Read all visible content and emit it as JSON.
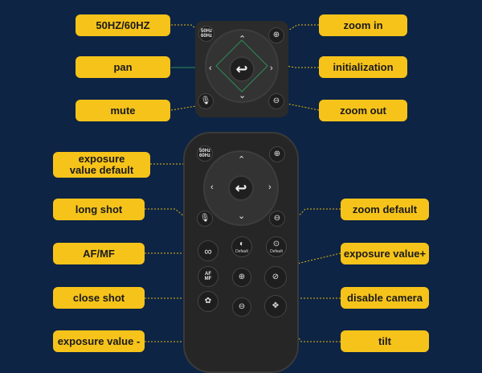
{
  "labels": {
    "hz": "50HZ/60HZ",
    "zoom_in": "zoom in",
    "pan": "pan",
    "initialization": "initialization",
    "mute": "mute",
    "zoom_out": "zoom out",
    "exposure_default": "exposure\nvalue default",
    "long_shot": "long shot",
    "zoom_default": "zoom default",
    "af_mf": "AF/MF",
    "exposure_plus": "exposure value+",
    "close_shot": "close shot",
    "disable_camera": "disable camera",
    "exposure_minus": "exposure value -",
    "tilt": "tilt"
  },
  "buttons": {
    "default_text": "Default",
    "hz_glyph": "50Hz\n60Hz",
    "af_glyph": "AF\nMF",
    "infinity_glyph": "∞"
  },
  "icons": {
    "back": "back-arrow-icon",
    "zoom_in": "magnifier-plus-icon",
    "zoom_out": "magnifier-minus-icon",
    "mute": "microphone-mute-icon",
    "exposure": "half-circle-icon",
    "disable_camera": "eye-off-icon",
    "tilt": "four-arrows-icon"
  },
  "colors": {
    "background": "#0d2444",
    "label": "#f6c31a",
    "leader": "#e8b90f",
    "pan_leader": "#2e8b57",
    "remote": "#262626"
  }
}
